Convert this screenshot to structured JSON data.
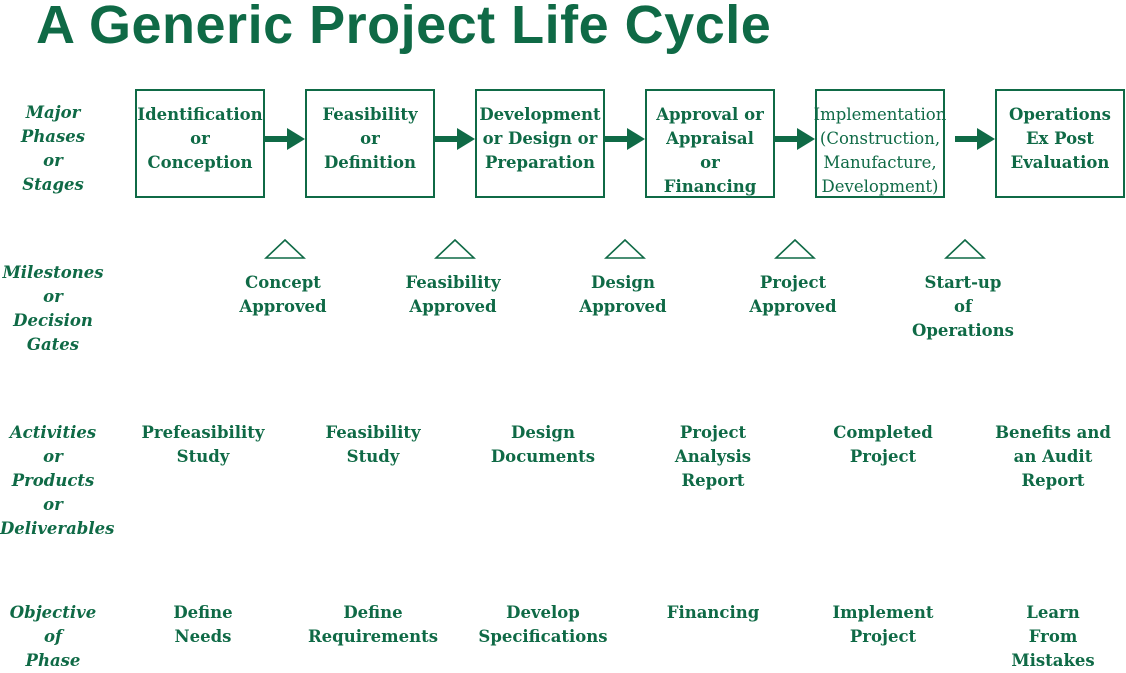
{
  "title": "A Generic Project Life Cycle",
  "row_labels": {
    "phases": "Major\nPhases\nor\nStages",
    "milestones": "Milestones\nor\nDecision\nGates",
    "activities": "Activities or\nProducts\nor\nDeliverables",
    "objective": "Objective\nof\nPhase"
  },
  "phases": [
    "Identification\nor\nConception",
    "Feasibility\nor\nDefinition",
    "Development\nor Design or\nPreparation",
    "Approval or\nAppraisal\nor\nFinancing",
    "Implementation\n(Construction,\nManufacture,\nDevelopment)",
    "Operations\nEx Post\nEvaluation"
  ],
  "milestones": [
    "Concept\nApproved",
    "Feasibility\nApproved",
    "Design\nApproved",
    "Project\nApproved",
    "Start-up\nof\nOperations"
  ],
  "deliverables": [
    "Prefeasibility\nStudy",
    "Feasibility\nStudy",
    "Design\nDocuments",
    "Project\nAnalysis\nReport",
    "Completed\nProject",
    "Benefits and\nan Audit\nReport"
  ],
  "objectives": [
    "Define\nNeeds",
    "Define\nRequirements",
    "Develop\nSpecifications",
    "Financing",
    "Implement\nProject",
    "Learn\nFrom\nMistakes"
  ],
  "colors": {
    "primary": "#0f6a46",
    "background": "#ffffff"
  }
}
